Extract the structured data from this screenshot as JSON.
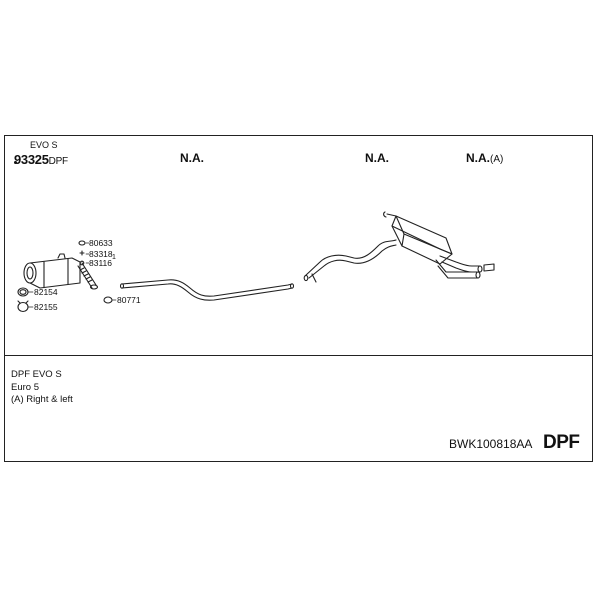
{
  "header": {
    "variant_label": "EVO S",
    "part_number_main": "93325",
    "part_number_suffix": "DPF",
    "na_1": "N.A.",
    "na_2": "N.A.",
    "na_3": "N.A.",
    "na_3_suffix": "(A)"
  },
  "parts": {
    "p80633": "80633",
    "p83318": "83318",
    "p83318_qty": "1",
    "p83116": "83116",
    "p82154": "82154",
    "p82155": "82155",
    "p80771": "80771"
  },
  "notes": {
    "line1": "DPF EVO S",
    "line2": "Euro 5",
    "line3": "(A) Right & left"
  },
  "footer": {
    "kit_code": "BWK100818AA",
    "type_label": "DPF"
  },
  "colors": {
    "line": "#222222",
    "background": "#ffffff"
  }
}
